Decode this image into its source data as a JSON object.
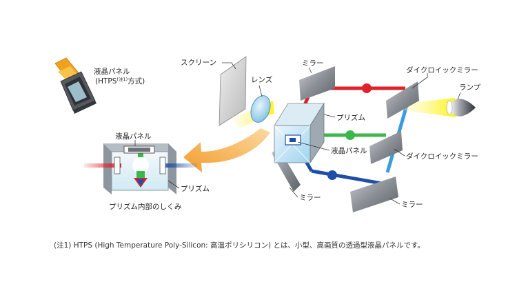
{
  "labels": {
    "panel_title_line1": "液晶パネル",
    "panel_title_line2_pre": "(HTPS",
    "panel_title_line2_sup": "(注1)",
    "panel_title_line2_post": "方式)",
    "screen": "スクリーン",
    "lens": "レンズ",
    "mirror_top": "ミラー",
    "dichroic_top": "ダイクロイックミラー",
    "lamp": "ランプ",
    "prism_main": "プリズム",
    "lcd_main": "液晶パネル",
    "dichroic_mid": "ダイクロイックミラー",
    "mirror_bottom_left": "ミラー",
    "mirror_bottom_right": "ミラー",
    "inset_lcd": "液晶パネル",
    "inset_prism": "プリズム",
    "inset_caption": "プリズム内部のしくみ"
  },
  "footnote": "(注1) HTPS (High Temperature Poly-Silicon: 高温ポリシリコン) とは、小型、高画質の透過型液晶パネルです。",
  "colors": {
    "red": "#e0202a",
    "green": "#3cb84a",
    "blue": "#1e4fa8",
    "light_blue": "#3a9be0",
    "yellow": "#fff200",
    "orange_arrow": "#f3a53a",
    "mirror": "#8b8f96"
  }
}
